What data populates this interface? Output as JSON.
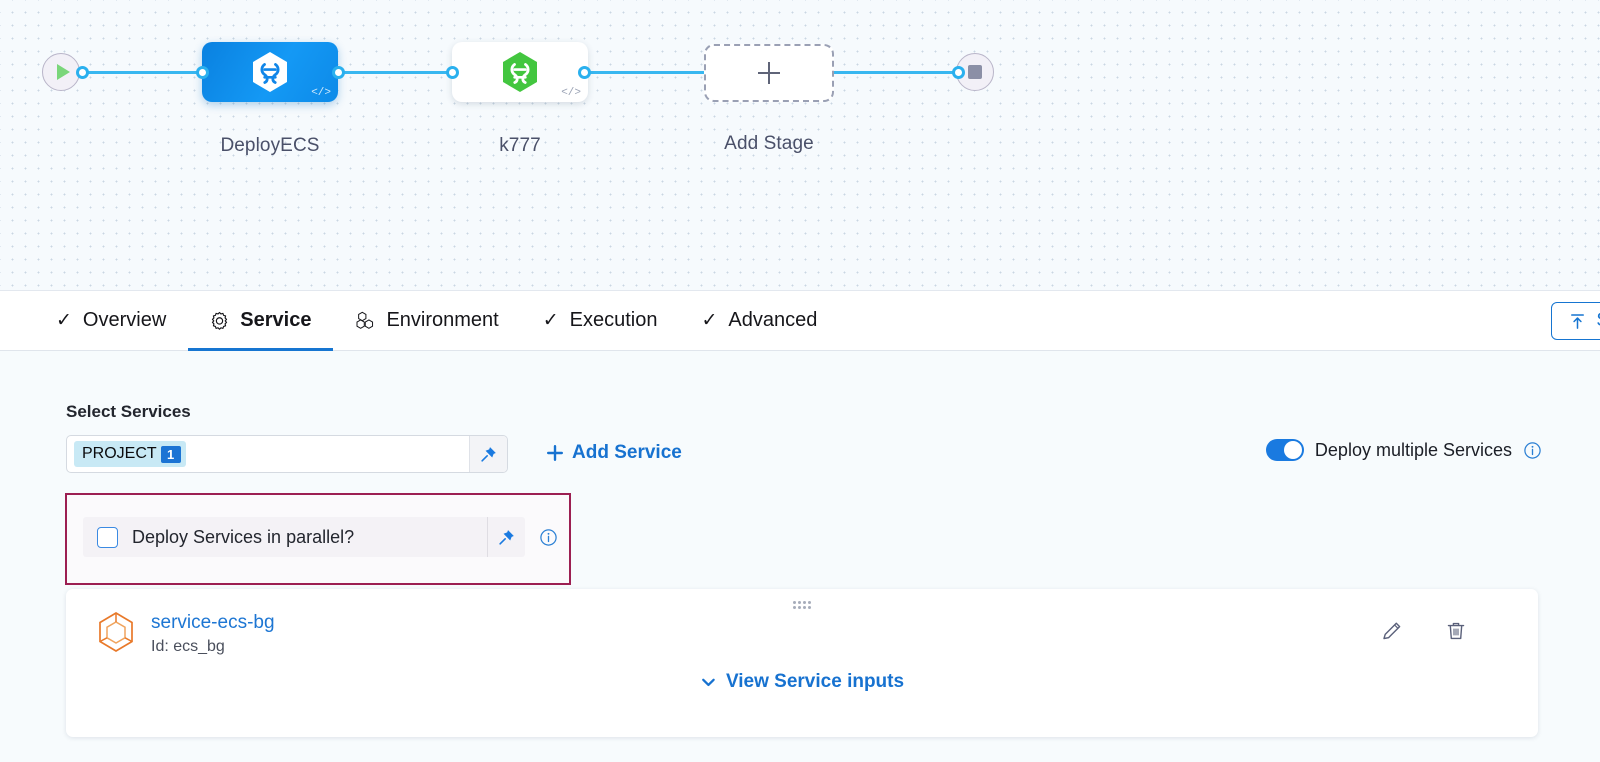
{
  "pipeline": {
    "start_node": {
      "icon": "play-icon",
      "name": "pipeline-start"
    },
    "end_node": {
      "icon": "stop-icon",
      "name": "pipeline-end"
    },
    "stages": [
      {
        "label": "DeployECS",
        "selected": true,
        "icon": "harness-deploy-icon",
        "code_badge": "</>"
      },
      {
        "label": "k777",
        "selected": false,
        "icon": "harness-deploy-icon-green",
        "code_badge": "</>"
      }
    ],
    "add_stage": {
      "label": "Add Stage",
      "icon": "plus-icon"
    }
  },
  "tabs": [
    {
      "label": "Overview",
      "icon": "check-icon",
      "active": false
    },
    {
      "label": "Service",
      "icon": "gear-icon",
      "active": true
    },
    {
      "label": "Environment",
      "icon": "hexcluster-icon",
      "active": false
    },
    {
      "label": "Execution",
      "icon": "check-icon",
      "active": false
    },
    {
      "label": "Advanced",
      "icon": "check-icon",
      "active": false
    }
  ],
  "toolbar": {
    "save_label": "S",
    "save_icon": "save-upload-icon"
  },
  "service_section": {
    "label": "Select Services",
    "select_input": {
      "chip_label": "PROJECT",
      "chip_count": "1",
      "placeholder": "",
      "pin_icon": "pin-icon"
    },
    "add_service_label": "Add Service",
    "deploy_multiple": {
      "label": "Deploy multiple Services",
      "enabled": true,
      "info_icon": "info-icon"
    },
    "parallel": {
      "label": "Deploy Services in parallel?",
      "checked": false,
      "pin_icon": "pin-icon",
      "info_icon": "info-icon",
      "highlight_color": "#9c1f52"
    },
    "service_card": {
      "name": "service-ecs-bg",
      "id_text": "Id: ecs_bg",
      "icon": "service-hexagon-icon",
      "view_inputs_label": "View Service inputs",
      "edit_icon": "pencil-icon",
      "delete_icon": "trash-icon",
      "drag_handle": "drag-dots-icon"
    }
  },
  "colors": {
    "accent_blue": "#1772d0",
    "wire_blue": "#38b7f0",
    "stage_selected": "#0d8ae8",
    "highlight": "#9c1f52",
    "service_icon": "#e8792a"
  }
}
